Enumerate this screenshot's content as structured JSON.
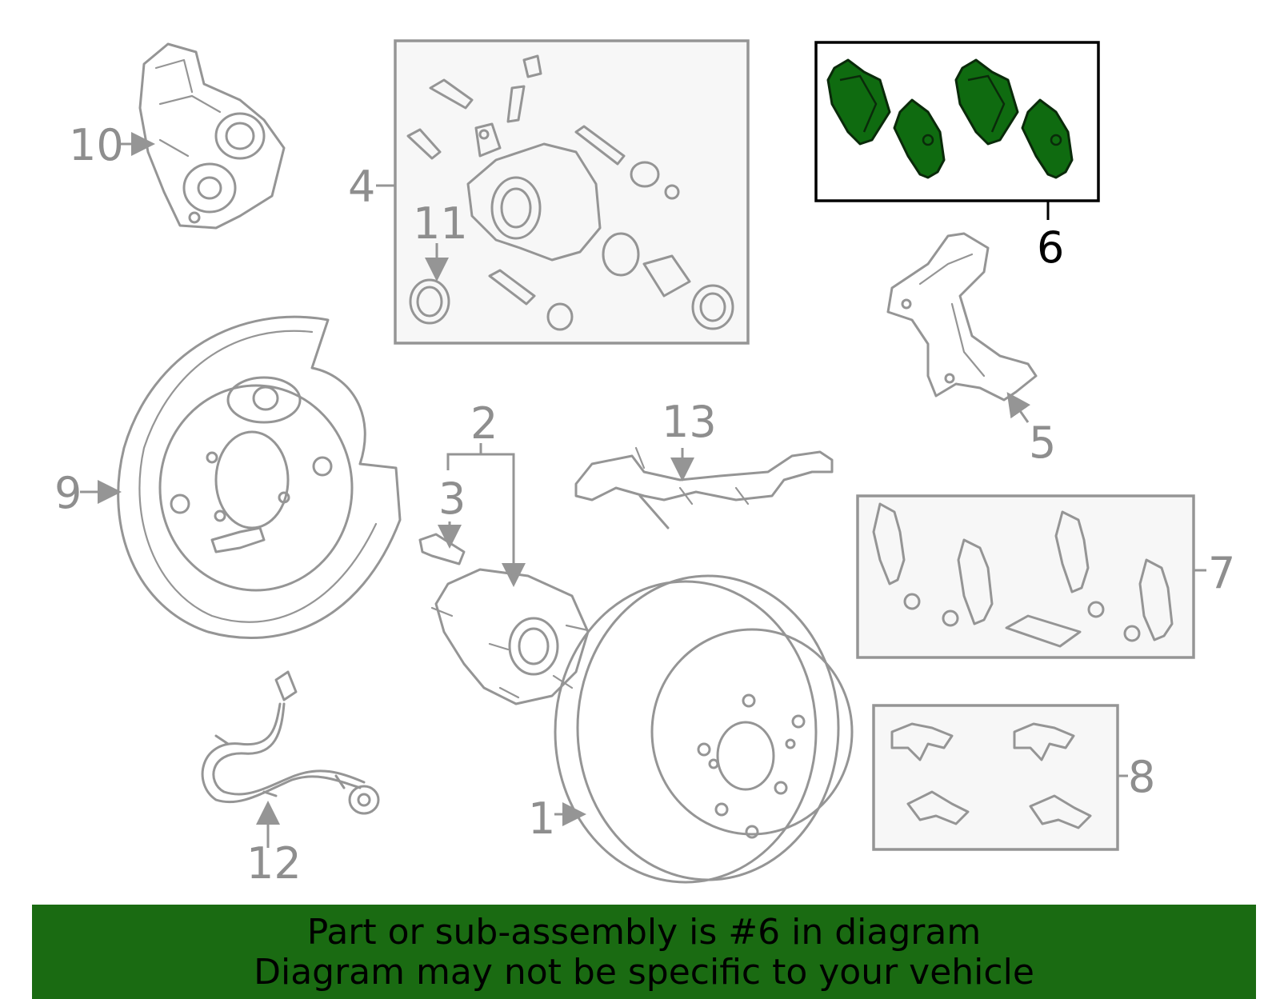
{
  "callouts": {
    "c1": "1",
    "c2": "2",
    "c3": "3",
    "c4": "4",
    "c5": "5",
    "c6": "6",
    "c7": "7",
    "c8": "8",
    "c9": "9",
    "c10": "10",
    "c11": "11",
    "c12": "12",
    "c13": "13"
  },
  "highlight": {
    "part": "6",
    "color": "#1a6b12"
  },
  "banner": {
    "line1": "Part or sub-assembly is #6 in diagram",
    "line2": "Diagram may not be specific to your vehicle"
  },
  "icons": {
    "highlighted_part": "brake-pads-icon"
  }
}
